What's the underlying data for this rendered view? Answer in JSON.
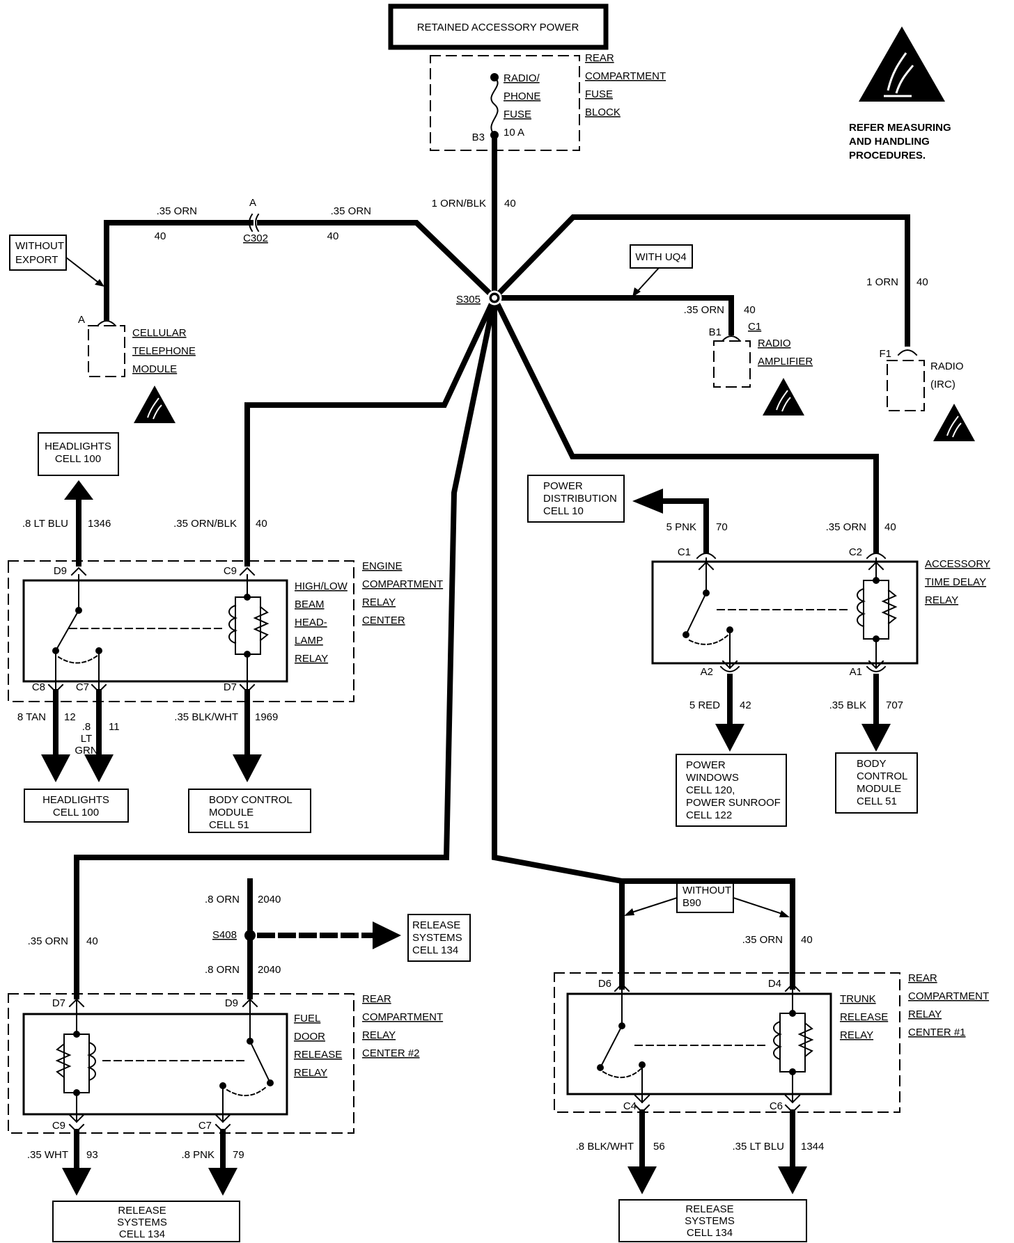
{
  "title": "RETAINED ACCESSORY POWER",
  "esd_note": [
    "REFER MEASURING",
    "AND HANDLING",
    "PROCEDURES."
  ],
  "fuse_block": {
    "label": [
      "REAR",
      "COMPARTMENT",
      "FUSE",
      "BLOCK"
    ],
    "fuse": [
      "RADIO/",
      "PHONE",
      "FUSE",
      "10 A"
    ],
    "terminal": "B3"
  },
  "splices": {
    "s305": "S305",
    "s408": "S408"
  },
  "connector": {
    "a": "A",
    "name": "C302"
  },
  "options": {
    "without_export": [
      "WITHOUT",
      "EXPORT"
    ],
    "with_uq4": "WITH UQ4",
    "without_b90": [
      "WITHOUT",
      "B90"
    ]
  },
  "wires": {
    "main": [
      "1 ORN/BLK",
      "40"
    ],
    "cell_left_a": [
      ".35 ORN",
      "40"
    ],
    "cell_left_b": [
      ".35 ORN",
      "40"
    ],
    "radio_amp": [
      ".35 ORN",
      "40"
    ],
    "radio_irc": [
      "1 ORN",
      "40"
    ],
    "headlight_up": [
      ".8 LT BLU",
      "1346"
    ],
    "relay_c9": [
      ".35 ORN/BLK",
      "40"
    ],
    "pwr_dist": [
      "5 PNK",
      "70"
    ],
    "atd_c2": [
      ".35 ORN",
      "40"
    ],
    "hl_c8": [
      "8 TAN",
      "12"
    ],
    "hl_c7": [
      ".8",
      "LT",
      "GRN",
      "11"
    ],
    "bcm_d7": [
      ".35 BLK/WHT",
      "1969"
    ],
    "pw_a2": [
      "5 RED",
      "42"
    ],
    "bcm_a1": [
      ".35 BLK",
      "707"
    ],
    "fd_d7": [
      ".35 ORN",
      "40"
    ],
    "s408_top": [
      ".8 ORN",
      "2040"
    ],
    "s408_bot": [
      ".8 ORN",
      "2040"
    ],
    "tr_d4": [
      ".35 ORN",
      "40"
    ],
    "fd_c9": [
      ".35 WHT",
      "93"
    ],
    "fd_c7": [
      ".8 PNK",
      "79"
    ],
    "tr_c4": [
      ".8 BLK/WHT",
      "56"
    ],
    "tr_c6": [
      ".35 LT BLU",
      "1344"
    ]
  },
  "components": {
    "cellular": {
      "pin": "A",
      "label": [
        "CELLULAR",
        "TELEPHONE",
        "MODULE"
      ]
    },
    "radio_amp": {
      "pins": [
        "B1",
        "C1"
      ],
      "label": [
        "RADIO",
        "AMPLIFIER"
      ]
    },
    "radio_irc": {
      "pin": "F1",
      "label": [
        "RADIO",
        "(IRC)"
      ]
    },
    "hl_relay": {
      "label": [
        "HIGH/LOW",
        "BEAM",
        "HEAD-",
        "LAMP",
        "RELAY"
      ],
      "center": [
        "ENGINE",
        "COMPARTMENT",
        "RELAY",
        "CENTER"
      ],
      "pins": [
        "D9",
        "C9",
        "C8",
        "C7",
        "D7"
      ]
    },
    "atd_relay": {
      "label": [
        "ACCESSORY",
        "TIME DELAY",
        "RELAY"
      ],
      "pins": [
        "C1",
        "C2",
        "A2",
        "A1"
      ]
    },
    "fd_relay": {
      "label": [
        "FUEL",
        "DOOR",
        "RELEASE",
        "RELAY"
      ],
      "center": [
        "REAR",
        "COMPARTMENT",
        "RELAY",
        "CENTER #2"
      ],
      "pins": [
        "D7",
        "D9",
        "C9",
        "C7"
      ]
    },
    "tr_relay": {
      "label": [
        "TRUNK",
        "RELEASE",
        "RELAY"
      ],
      "center": [
        "REAR",
        "COMPARTMENT",
        "RELAY",
        "CENTER #1"
      ],
      "pins": [
        "D6",
        "D4",
        "C4",
        "C6"
      ]
    }
  },
  "destinations": {
    "headlights_top": [
      "HEADLIGHTS",
      "CELL 100"
    ],
    "pwr_dist": [
      "POWER",
      "DISTRIBUTION",
      "CELL 10"
    ],
    "headlights_bot": [
      "HEADLIGHTS",
      "CELL 100"
    ],
    "bcm_left": [
      "BODY CONTROL",
      "MODULE",
      "CELL 51"
    ],
    "pwr_windows": [
      "POWER",
      "WINDOWS",
      "CELL 120,",
      "POWER SUNROOF",
      "CELL 122"
    ],
    "bcm_right": [
      "BODY",
      "CONTROL",
      "MODULE",
      "CELL 51"
    ],
    "release_s408": [
      "RELEASE",
      "SYSTEMS",
      "CELL 134"
    ],
    "release_left": [
      "RELEASE",
      "SYSTEMS",
      "CELL 134"
    ],
    "release_right": [
      "RELEASE",
      "SYSTEMS",
      "CELL 134"
    ]
  }
}
